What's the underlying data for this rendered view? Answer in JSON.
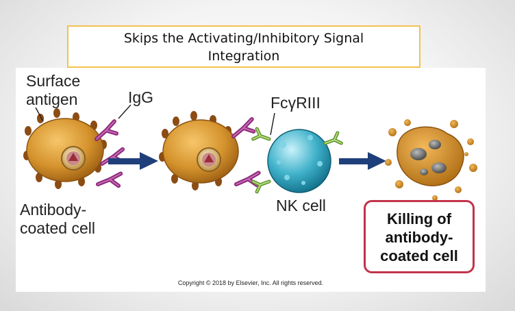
{
  "callout": {
    "line1": "Skips the Activating/Inhibitory Signal",
    "line2": "Integration"
  },
  "labels": {
    "surface_line1": "Surface",
    "surface_line2": "antigen",
    "igg": "IgG",
    "fc_prefix": "Fc",
    "fc_gamma": "γ",
    "fc_suffix": "RIII",
    "antibody_line1": "Antibody-",
    "antibody_line2": "coated cell",
    "nk_cell": "NK cell"
  },
  "killing": {
    "line1": "Killing of",
    "line2": "antibody-",
    "line3": "coated cell"
  },
  "copyright": "Copyright © 2018 by Elsevier, Inc. All rights reserved.",
  "colors": {
    "callout_border": "#f2c24e",
    "target_cell": "#d4922c",
    "antibody": "#8e2a7a",
    "receptor": "#8ec04e",
    "nk_cell": "#3fb1c9",
    "arrow": "#1f3f7a",
    "kill_border": "#c2334a"
  }
}
